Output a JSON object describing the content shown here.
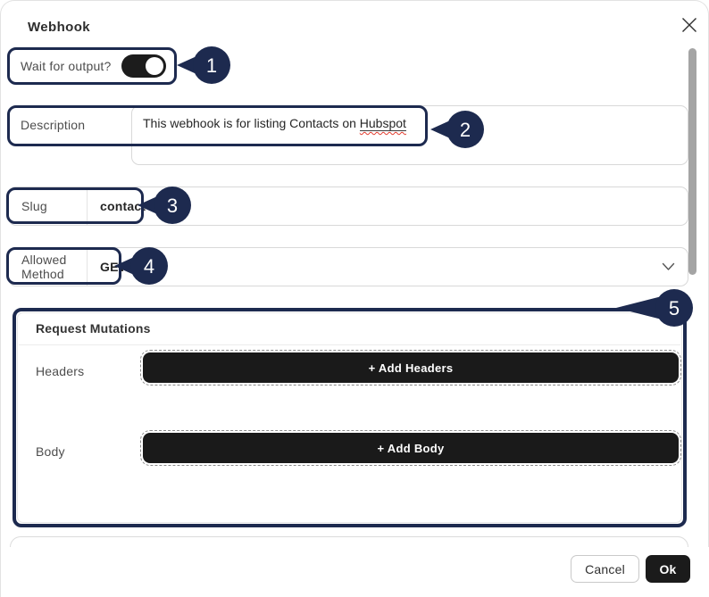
{
  "dialog": {
    "title": "Webhook"
  },
  "fields": {
    "wait_for_output": {
      "label": "Wait for output?",
      "toggle_state": "on"
    },
    "description": {
      "label": "Description",
      "value_prefix": "This webhook is for listing Contacts on ",
      "misspelled_word": "Hubspot"
    },
    "slug": {
      "label": "Slug",
      "value": "contact-list"
    },
    "allowed_method": {
      "label": "Allowed Method",
      "value": "GET"
    }
  },
  "request_mutations": {
    "title": "Request Mutations",
    "headers_label": "Headers",
    "add_headers_button": "+ Add Headers",
    "body_label": "Body",
    "add_body_button": "+ Add Body"
  },
  "annotations": {
    "callouts": [
      "1",
      "2",
      "3",
      "4",
      "5"
    ]
  },
  "footer": {
    "cancel_label": "Cancel",
    "ok_label": "Ok"
  },
  "colors": {
    "highlight_navy": "#1d2a4f",
    "button_black": "#1a1a1a",
    "spellcheck_red": "#e23b2e",
    "scrollbar_gray": "#a4a4a4"
  }
}
